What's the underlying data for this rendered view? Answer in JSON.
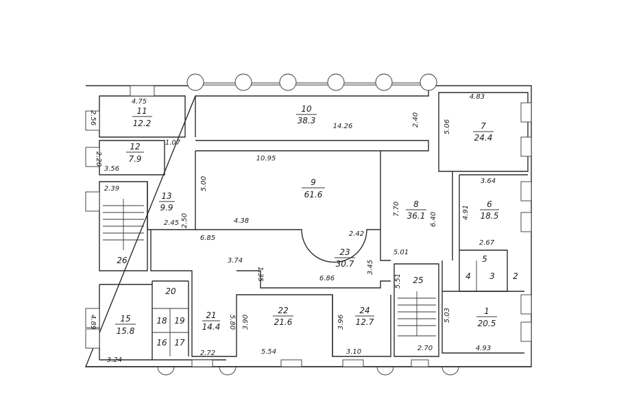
{
  "rooms": {
    "r1": {
      "number": "1",
      "area": "20.5"
    },
    "r2": {
      "number": "2"
    },
    "r3": {
      "number": "3"
    },
    "r4": {
      "number": "4"
    },
    "r5": {
      "number": "5"
    },
    "r6": {
      "number": "6",
      "area": "18.5"
    },
    "r7": {
      "number": "7",
      "area": "24.4"
    },
    "r8": {
      "number": "8",
      "area": "36.1"
    },
    "r9": {
      "number": "9",
      "area": "61.6"
    },
    "r10": {
      "number": "10",
      "area": "38.3"
    },
    "r11": {
      "number": "11",
      "area": "12.2"
    },
    "r12": {
      "number": "12",
      "area": "7.9"
    },
    "r13": {
      "number": "13",
      "area": "9.9"
    },
    "r15": {
      "number": "15",
      "area": "15.8"
    },
    "r16": {
      "number": "16"
    },
    "r17": {
      "number": "17"
    },
    "r18": {
      "number": "18"
    },
    "r19": {
      "number": "19"
    },
    "r20": {
      "number": "20"
    },
    "r21": {
      "number": "21",
      "area": "14.4"
    },
    "r22": {
      "number": "22",
      "area": "21.6"
    },
    "r23": {
      "number": "23",
      "area": "30.7"
    },
    "r24": {
      "number": "24",
      "area": "12.7"
    },
    "r25": {
      "number": "25"
    },
    "r26": {
      "number": "26"
    }
  },
  "dimensions": {
    "d11w": "4.75",
    "d11h": "2.56",
    "d12w": "3.56",
    "d12h": "2.20",
    "d107": "1.07",
    "d26w": "2.39",
    "d13w": "2.45",
    "d13h": "2.50",
    "d10w": "14.26",
    "d10h": "2.40",
    "d9w": "10.95",
    "d9h": "5.00",
    "d9b": "4.38",
    "d23a": "6.85",
    "d23b": "2.42",
    "d23c": "3.74",
    "d23d": "1.35",
    "d23e": "6.86",
    "d23f": "3.45",
    "d8h": "7.70",
    "d8b": "6.40",
    "d8w": "5.01",
    "d7w": "4.83",
    "d7h": "5.06",
    "d6w": "3.64",
    "d6h": "4.91",
    "d6b": "2.67",
    "d25h": "5.51",
    "d25w": "2.70",
    "d1w": "4.93",
    "d1h": "5.03",
    "d24w": "3.10",
    "d24h": "3.96",
    "d22w": "5.54",
    "d22h": "3.90",
    "d21w": "2.72",
    "d21h": "5.80",
    "d15w": "3.24",
    "d15h": "4.89"
  }
}
